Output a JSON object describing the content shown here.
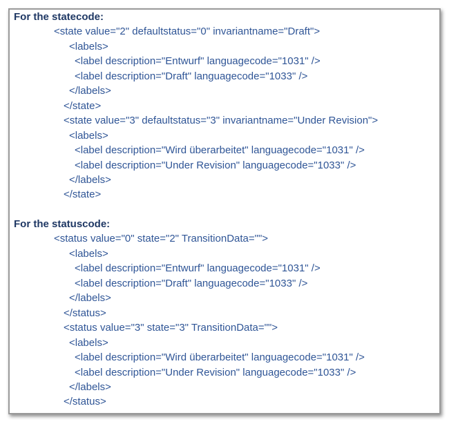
{
  "sections": [
    {
      "heading": "For the statecode:",
      "lines": [
        {
          "indent": 0,
          "text": "<state value=\"2\" defaultstatus=\"0\" invariantname=\"Draft\">"
        },
        {
          "indent": 2,
          "text": "<labels>"
        },
        {
          "indent": 3,
          "text": "<label description=\"Entwurf\" languagecode=\"1031\" />"
        },
        {
          "indent": 3,
          "text": "<label description=\"Draft\" languagecode=\"1033\" />"
        },
        {
          "indent": 2,
          "text": "</labels>"
        },
        {
          "indent": 1,
          "text": "</state>"
        },
        {
          "indent": 1,
          "text": "<state value=\"3\" defaultstatus=\"3\" invariantname=\"Under Revision\">"
        },
        {
          "indent": 2,
          "text": "<labels>"
        },
        {
          "indent": 3,
          "text": "<label description=\"Wird überarbeitet\" languagecode=\"1031\" />"
        },
        {
          "indent": 3,
          "text": "<label description=\"Under Revision\" languagecode=\"1033\" />"
        },
        {
          "indent": 2,
          "text": "</labels>"
        },
        {
          "indent": 1,
          "text": "</state>"
        }
      ]
    },
    {
      "heading": "For the statuscode:",
      "lines": [
        {
          "indent": 0,
          "text": "<status value=\"0\" state=\"2\" TransitionData=\"\">"
        },
        {
          "indent": 2,
          "text": "<labels>"
        },
        {
          "indent": 3,
          "text": "<label description=\"Entwurf\" languagecode=\"1031\" />"
        },
        {
          "indent": 3,
          "text": "<label description=\"Draft\" languagecode=\"1033\" />"
        },
        {
          "indent": 2,
          "text": "</labels>"
        },
        {
          "indent": 1,
          "text": "</status>"
        },
        {
          "indent": 1,
          "text": "<status value=\"3\" state=\"3\" TransitionData=\"\">"
        },
        {
          "indent": 2,
          "text": "<labels>"
        },
        {
          "indent": 3,
          "text": "<label description=\"Wird überarbeitet\" languagecode=\"1031\" />"
        },
        {
          "indent": 3,
          "text": "<label description=\"Under Revision\" languagecode=\"1033\" />"
        },
        {
          "indent": 2,
          "text": "</labels>"
        },
        {
          "indent": 1,
          "text": "</status>"
        }
      ]
    }
  ]
}
